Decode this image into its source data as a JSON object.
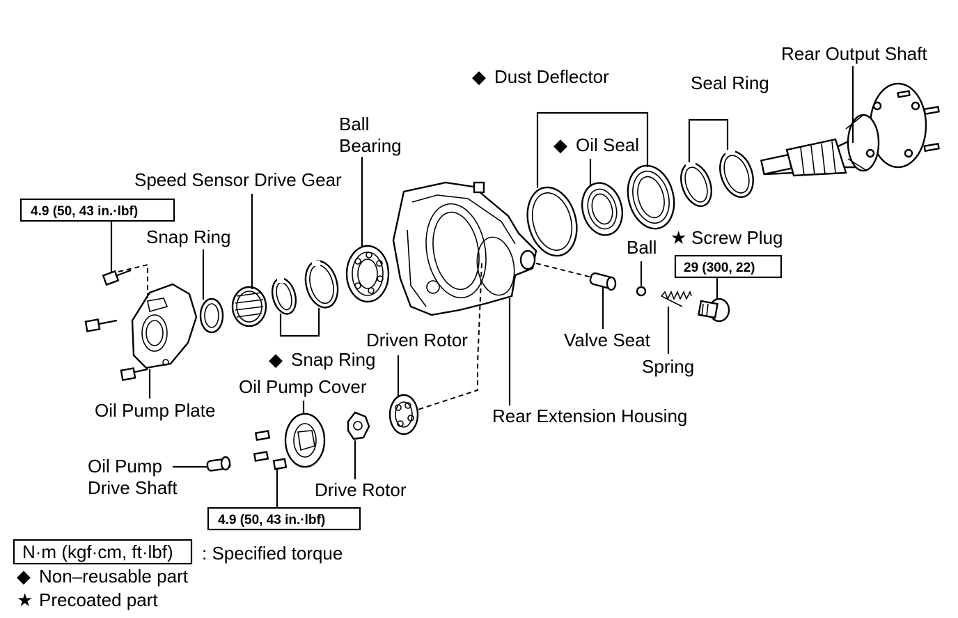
{
  "labels": {
    "rear_output_shaft": "Rear Output Shaft",
    "dust_deflector": "Dust Deflector",
    "seal_ring": "Seal Ring",
    "oil_seal": "Oil Seal",
    "ball_bearing_1": "Ball",
    "ball_bearing_2": "Bearing",
    "speed_sensor_drive_gear": "Speed Sensor Drive Gear",
    "snap_ring_left": "Snap Ring",
    "snap_ring_right": "Snap Ring",
    "ball": "Ball",
    "screw_plug": "Screw Plug",
    "valve_seat": "Valve Seat",
    "spring": "Spring",
    "driven_rotor": "Driven Rotor",
    "oil_pump_cover": "Oil Pump Cover",
    "rear_extension_housing": "Rear Extension Housing",
    "oil_pump_plate": "Oil Pump Plate",
    "oil_pump_drive_shaft_1": "Oil Pump",
    "oil_pump_drive_shaft_2": "Drive Shaft",
    "drive_rotor": "Drive Rotor"
  },
  "torques": {
    "oil_pump_plate_bolt": "4.9 (50, 43 in.·lbf)",
    "oil_pump_cover_bolt": "4.9 (50, 43 in.·lbf)",
    "screw_plug": "29 (300, 22)"
  },
  "legend": {
    "torque_unit": "N·m (kgf·cm, ft·lbf)",
    "torque_text": ": Specified torque",
    "non_reusable": "Non–reusable part",
    "precoated": "Precoated part"
  },
  "symbols": {
    "non_reusable": "◆",
    "precoated": "★"
  }
}
